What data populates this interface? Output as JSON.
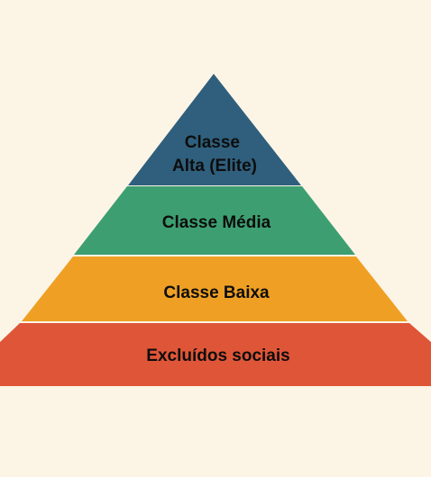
{
  "colors": {
    "background": "#fcf5e6",
    "separator": "#ffffff",
    "text": "#0d0d0d"
  },
  "pyramid": {
    "tiers": [
      {
        "label_lines": [
          "Classe",
          "Alta (Elite)"
        ],
        "color": "#2f5f7c"
      },
      {
        "label_lines": [
          "Classe Média"
        ],
        "color": "#3d9f71"
      },
      {
        "label_lines": [
          "Classe Baixa"
        ],
        "color": "#efa024"
      },
      {
        "label_lines": [
          "Excluídos sociais"
        ],
        "color": "#df5537"
      }
    ]
  }
}
